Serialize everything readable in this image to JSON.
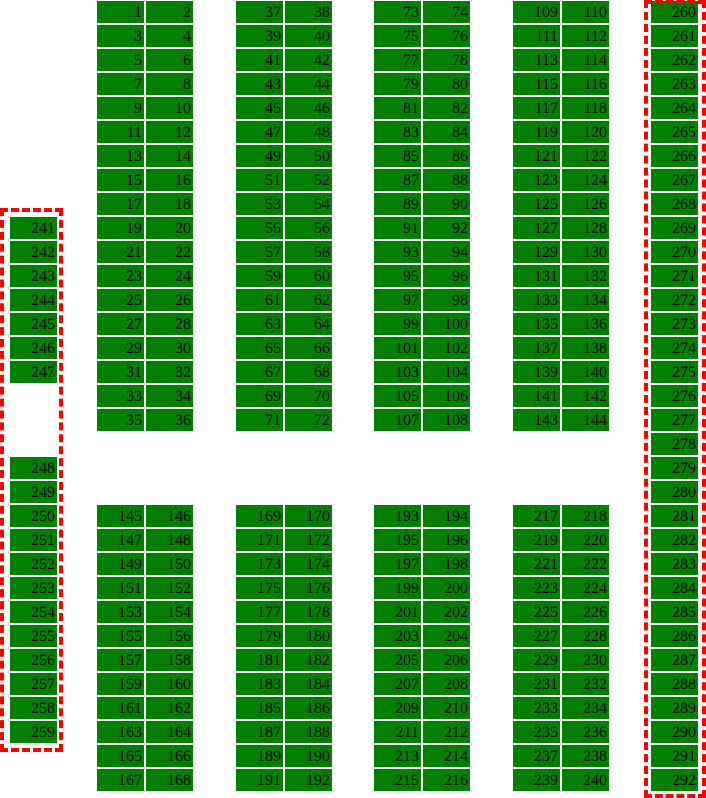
{
  "colors": {
    "seat": "#008000",
    "selection": "#ff0000",
    "text": "#000000"
  },
  "sections_top": [
    {
      "seats": [
        1,
        2,
        3,
        4,
        5,
        6,
        7,
        8,
        9,
        10,
        11,
        12,
        13,
        14,
        15,
        16,
        17,
        18,
        19,
        20,
        21,
        22,
        23,
        24,
        25,
        26,
        27,
        28,
        29,
        30,
        31,
        32,
        33,
        34,
        35,
        36
      ]
    },
    {
      "seats": [
        37,
        38,
        39,
        40,
        41,
        42,
        43,
        44,
        45,
        46,
        47,
        48,
        49,
        50,
        51,
        52,
        53,
        54,
        55,
        56,
        57,
        58,
        59,
        60,
        61,
        62,
        63,
        64,
        65,
        66,
        67,
        68,
        69,
        70,
        71,
        72
      ]
    },
    {
      "seats": [
        73,
        74,
        75,
        76,
        77,
        78,
        79,
        80,
        81,
        82,
        83,
        84,
        85,
        86,
        87,
        88,
        89,
        90,
        91,
        92,
        93,
        94,
        95,
        96,
        97,
        98,
        99,
        100,
        101,
        102,
        103,
        104,
        105,
        106,
        107,
        108
      ]
    },
    {
      "seats": [
        109,
        110,
        111,
        112,
        113,
        114,
        115,
        116,
        117,
        118,
        119,
        120,
        121,
        122,
        123,
        124,
        125,
        126,
        127,
        128,
        129,
        130,
        131,
        132,
        133,
        134,
        135,
        136,
        137,
        138,
        139,
        140,
        141,
        142,
        143,
        144
      ]
    }
  ],
  "sections_bottom": [
    {
      "seats": [
        145,
        146,
        147,
        148,
        149,
        150,
        151,
        152,
        153,
        154,
        155,
        156,
        157,
        158,
        159,
        160,
        161,
        162,
        163,
        164,
        165,
        166,
        167,
        168
      ]
    },
    {
      "seats": [
        169,
        170,
        171,
        172,
        173,
        174,
        175,
        176,
        177,
        178,
        179,
        180,
        181,
        182,
        183,
        184,
        185,
        186,
        187,
        188,
        189,
        190,
        191,
        192
      ]
    },
    {
      "seats": [
        193,
        194,
        195,
        196,
        197,
        198,
        199,
        200,
        201,
        202,
        203,
        204,
        205,
        206,
        207,
        208,
        209,
        210,
        211,
        212,
        213,
        214,
        215,
        216
      ]
    },
    {
      "seats": [
        217,
        218,
        219,
        220,
        221,
        222,
        223,
        224,
        225,
        226,
        227,
        228,
        229,
        230,
        231,
        232,
        233,
        234,
        235,
        236,
        237,
        238,
        239,
        240
      ]
    }
  ],
  "left_column": {
    "upper": [
      241,
      242,
      243,
      244,
      245,
      246,
      247
    ],
    "lower": [
      248,
      249,
      250,
      251,
      252,
      253,
      254,
      255,
      256,
      257,
      258,
      259
    ]
  },
  "right_column": [
    260,
    261,
    262,
    263,
    264,
    265,
    266,
    267,
    268,
    269,
    270,
    271,
    272,
    273,
    274,
    275,
    276,
    277,
    278,
    279,
    280,
    281,
    282,
    283,
    284,
    285,
    286,
    287,
    288,
    289,
    290,
    291,
    292
  ]
}
